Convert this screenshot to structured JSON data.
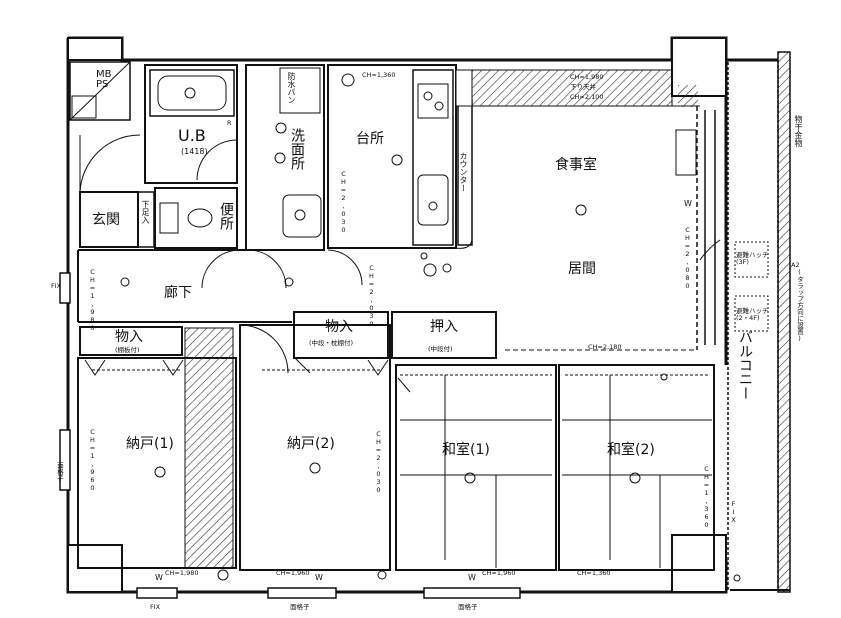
{
  "rooms": {
    "mb_ps": "MB\nPS",
    "ub": "U.B",
    "ub_size": "(1418)",
    "bath_counter": "防水パン",
    "washroom": "洗面所",
    "kitchen": "台所",
    "counter": "カウンター",
    "dining": "食事室",
    "living": "居間",
    "entrance": "玄関",
    "shoe_shelf": "下足入",
    "toilet": "便所",
    "corridor": "廊下",
    "storage1": "物入",
    "storage1_note": "(棚板付)",
    "storage2": "物入",
    "storage2_note": "(中段・枕棚付)",
    "closet": "押入",
    "closet_note": "(中段付)",
    "nando1": "納戸(1)",
    "nando2": "納戸(2)",
    "washitsu1": "和室(1)",
    "washitsu2": "和室(2)",
    "balcony": "バルコニー",
    "hatch_upper": "避難ハッチ\n(3F)",
    "hatch_lower": "避難ハッチ\n(2・4F)",
    "hardware": "物干金物",
    "hatch_note": "(タラップ方向に設置)",
    "window_railing": "面格子"
  },
  "ceiling_heights": {
    "kitchen_top": "CH=1,360",
    "dining_top": "CH=1,980",
    "dining_beam": "下り天井",
    "dining_beam_h": "CH=2,100",
    "living_side": "CH=2,080",
    "living_bottom": "CH=2,180",
    "washroom": "CH=2,030",
    "corridor_side": "CH=2,030",
    "nando1_side": "CH=1,960",
    "nando2_side": "CH=2,030",
    "nando1_bottom": "CH=1,980",
    "nando2_bottom": "CH=1,960",
    "wa1_bottom": "CH=1,960",
    "wa2_bottom": "CH=1,360",
    "wa2_side": "CH=1,360",
    "entrance_side": "CH=1,980"
  },
  "marks": {
    "fix": "FIX",
    "w": "W",
    "r": "R",
    "tw": "TW",
    "a2": "A2"
  },
  "bottom_labels": {
    "left": "FIX",
    "mid1": "面格子",
    "mid2": "面格子"
  }
}
